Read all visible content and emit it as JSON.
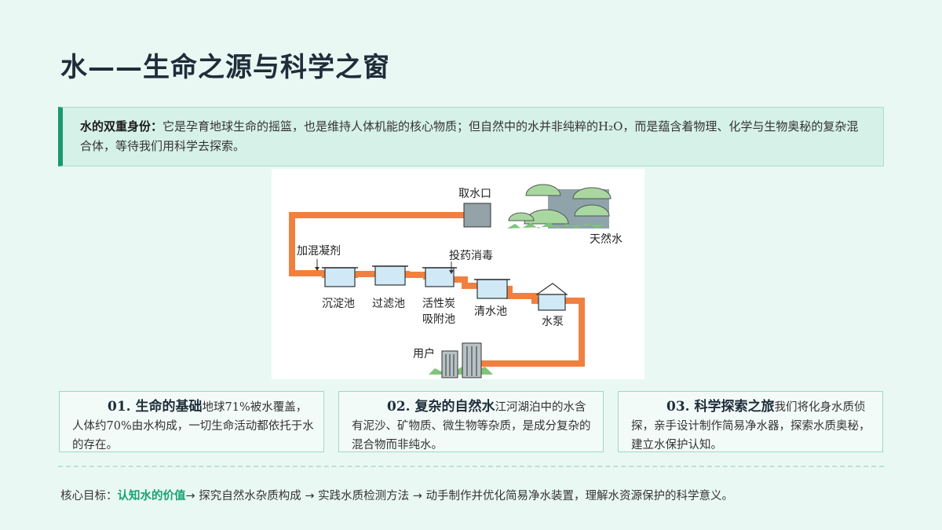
{
  "title": "水——生命之源与科学之窗",
  "intro": {
    "label": "水的双重身份：",
    "text": "它是孕育地球生命的摇篮，也是维持人体机能的核心物质；但自然中的水并非纯粹的H₂O，而是蕴含着物理、化学与生物奥秘的复杂混合体，等待我们用科学去探索。"
  },
  "diagram": {
    "labels": {
      "intake": "取水口",
      "natural_water": "天然水",
      "coagulant": "加混凝剂",
      "disinfect": "投药消毒",
      "sedimentation": "沉淀池",
      "filter": "过滤池",
      "carbon_line1": "活性炭",
      "carbon_line2": "吸附池",
      "clear_water": "清水池",
      "pump": "水泵",
      "user": "用户"
    },
    "colors": {
      "pipe": "#f08040",
      "tank_fill": "#cfe9f7",
      "tree": "#a8d8a0",
      "building": "#9aa7ab"
    }
  },
  "cards": [
    {
      "head": "01. 生命的基础",
      "text": "地球71%被水覆盖，人体约70%由水构成，一切生命活动都依托于水的存在。"
    },
    {
      "head": "02. 复杂的自然水",
      "text": "江河湖泊中的水含有泥沙、矿物质、微生物等杂质，是成分复杂的混合物而非纯水。"
    },
    {
      "head": "03. 科学探索之旅",
      "text": "我们将化身水质侦探，亲手设计制作简易净水器，探索水质奥秘，建立水保护认知。"
    }
  ],
  "goal": {
    "prefix": "核心目标：",
    "highlight": "认知水的价值",
    "rest": "→ 探究自然水杂质构成 → 实践水质检测方法 → 动手制作并优化简易净水装置，理解水资源保护的科学意义。"
  }
}
